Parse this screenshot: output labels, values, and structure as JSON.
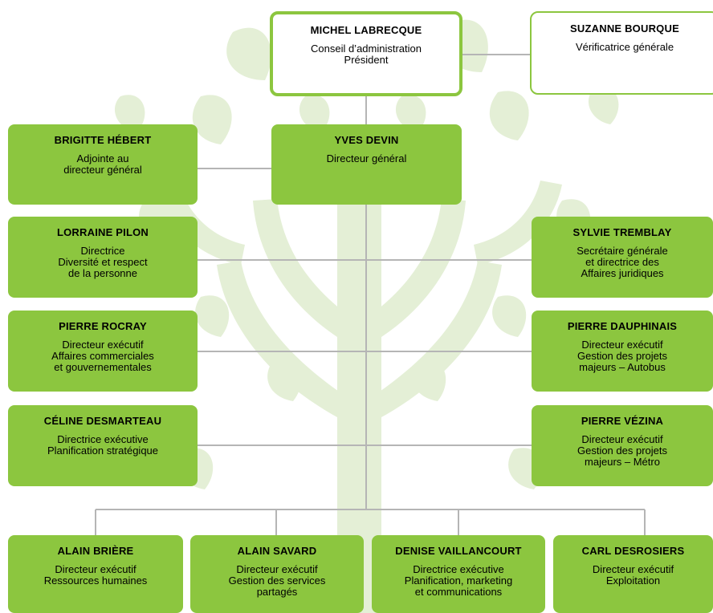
{
  "colors": {
    "box_fill": "#8cc63f",
    "line": "#b5b5b5",
    "tree_tint": "#e3efd3"
  },
  "chairman": {
    "name": "MICHEL LABRECQUE",
    "role": "Conseil d’administration\nPrésident"
  },
  "auditor": {
    "name": "SUZANNE BOURQUE",
    "role": "Vérificatrice générale"
  },
  "dg": {
    "name": "YVES DEVIN",
    "role": "Directeur général"
  },
  "left": [
    {
      "name": "BRIGITTE HÉBERT",
      "role": "Adjointe au\ndirecteur général"
    },
    {
      "name": "LORRAINE PILON",
      "role": "Directrice\nDiversité et respect\nde la personne"
    },
    {
      "name": "PIERRE ROCRAY",
      "role": "Directeur exécutif\nAffaires commerciales\net gouvernementales"
    },
    {
      "name": "CÉLINE DESMARTEAU",
      "role": "Directrice exécutive\nPlanification stratégique"
    }
  ],
  "right": [
    {
      "name": "SYLVIE TREMBLAY",
      "role": "Secrétaire générale\net directrice des\nAffaires juridiques"
    },
    {
      "name": "PIERRE DAUPHINAIS",
      "role": "Directeur exécutif\nGestion des projets\nmajeurs – Autobus"
    },
    {
      "name": "PIERRE VÉZINA",
      "role": "Directeur exécutif\nGestion des projets\nmajeurs – Métro"
    }
  ],
  "bottom": [
    {
      "name": "ALAIN BRIÈRE",
      "role": "Directeur exécutif\nRessources humaines"
    },
    {
      "name": "ALAIN SAVARD",
      "role": "Directeur exécutif\nGestion des services\npartagés"
    },
    {
      "name": "DENISE VAILLANCOURT",
      "role": "Directrice exécutive\nPlanification, marketing\net communications"
    },
    {
      "name": "CARL DESROSIERS",
      "role": "Directeur exécutif\nExploitation"
    }
  ]
}
